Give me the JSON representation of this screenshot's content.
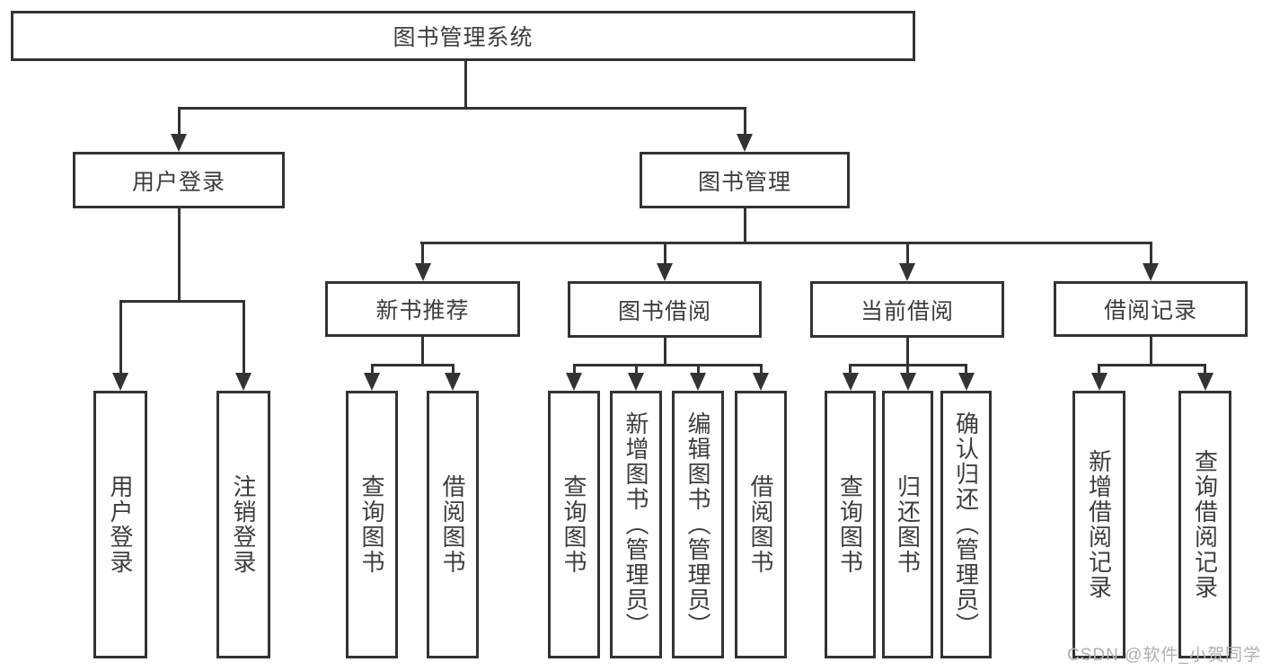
{
  "tree": {
    "root": {
      "label": "图书管理系统"
    },
    "branches": [
      {
        "label": "用户登录",
        "children": [
          {
            "label": "用户登录"
          },
          {
            "label": "注销登录"
          }
        ]
      },
      {
        "label": "图书管理",
        "children": [
          {
            "label": "新书推荐",
            "children": [
              {
                "label": "查询图书"
              },
              {
                "label": "借阅图书"
              }
            ]
          },
          {
            "label": "图书借阅",
            "children": [
              {
                "label": "查询图书"
              },
              {
                "label": "新增图书（管理员）"
              },
              {
                "label": "编辑图书（管理员）"
              },
              {
                "label": "借阅图书"
              }
            ]
          },
          {
            "label": "当前借阅",
            "children": [
              {
                "label": "查询图书"
              },
              {
                "label": "归还图书"
              },
              {
                "label": "确认归还（管理员）"
              }
            ]
          },
          {
            "label": "借阅记录",
            "children": [
              {
                "label": "新增借阅记录"
              },
              {
                "label": "查询借阅记录"
              }
            ]
          }
        ]
      }
    ]
  },
  "watermark": {
    "text": "CSDN @软件_小贺同学"
  },
  "colors": {
    "line": "#333333",
    "text": "#3d3d3d",
    "background": "#ffffff",
    "watermark": "#b5aeae"
  }
}
